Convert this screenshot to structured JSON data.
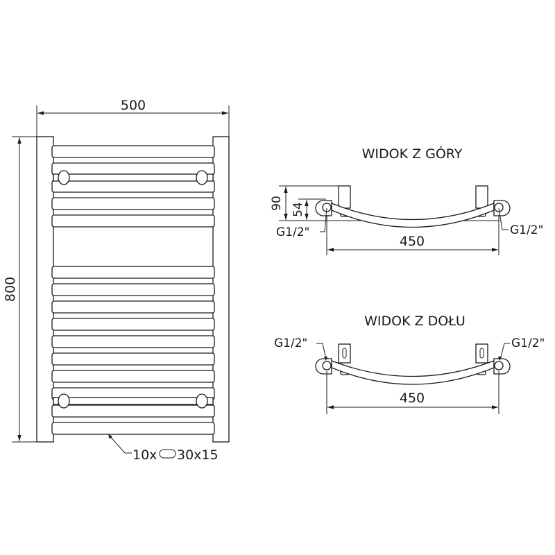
{
  "front_view": {
    "width_dim": "500",
    "height_dim": "800",
    "tube_callout": {
      "count": "10x",
      "profile_icon": "oval-profile-icon",
      "size": "30x15"
    }
  },
  "top_view": {
    "title": "WIDOK Z GÓRY",
    "depth_total": "90",
    "depth_connection": "54",
    "connection_left": "G1/2\"",
    "connection_right": "G1/2\"",
    "spacing": "450"
  },
  "bottom_view": {
    "title": "WIDOK Z DOŁU",
    "connection_left": "G1/2\"",
    "connection_right": "G1/2\"",
    "spacing": "450"
  },
  "colors": {
    "line": "#1a1a1a",
    "background": "#ffffff"
  }
}
